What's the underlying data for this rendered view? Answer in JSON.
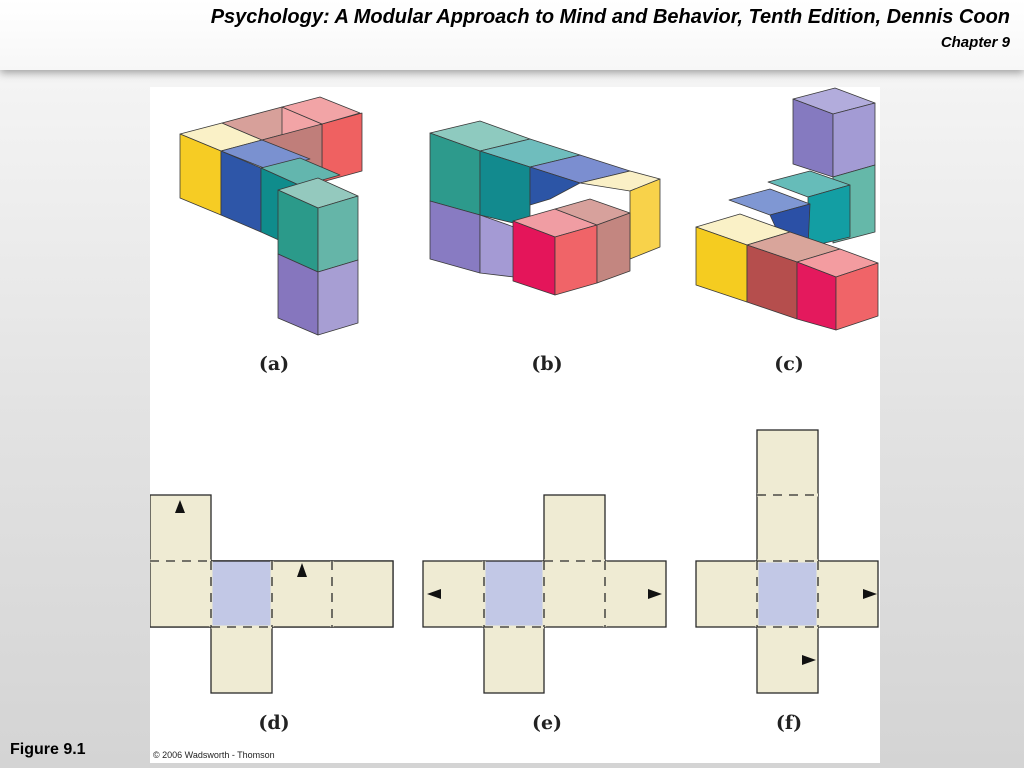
{
  "header": {
    "title": "Psychology: A Modular Approach to Mind and Behavior, Tenth Edition, Dennis Coon",
    "chapter": "Chapter 9"
  },
  "figure": {
    "caption": "Figure 9.1",
    "copyright": "© 2006 Wadsworth - Thomson",
    "panels": [
      "(a)",
      "(b)",
      "(c)",
      "(d)",
      "(e)",
      "(f)"
    ]
  },
  "colors": {
    "net_face": "#efebd3",
    "net_highlight": "#c2c8e6",
    "cube_colors": [
      "#f8d23c",
      "#2f5aa8",
      "#139a9a",
      "#5fb5a6",
      "#8f85c7",
      "#f06666",
      "#d7a19c",
      "#e5195b",
      "#b7524f"
    ]
  }
}
